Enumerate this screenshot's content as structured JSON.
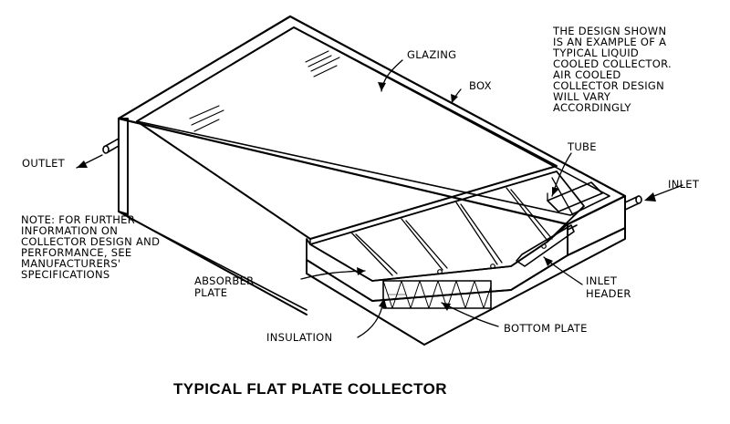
{
  "title": "TYPICAL FLAT PLATE COLLECTOR",
  "labels": {
    "glazing": "GLAZING",
    "box": "BOX",
    "tube": "TUBE",
    "inlet": "INLET",
    "outlet": "OUTLET",
    "absorber_plate": [
      "ABSORBER",
      "PLATE"
    ],
    "inlet_header": [
      "INLET",
      "HEADER"
    ],
    "insulation": "INSULATION",
    "bottom_plate": "BOTTOM PLATE"
  },
  "notes": {
    "design_note": [
      "THE DESIGN SHOWN",
      "IS AN EXAMPLE OF A",
      "TYPICAL LIQUID",
      "COOLED COLLECTOR.",
      "AIR COOLED",
      "COLLECTOR DESIGN",
      "WILL VARY",
      "ACCORDINGLY"
    ],
    "further_info": [
      "NOTE: FOR FURTHER",
      "INFORMATION ON",
      "COLLECTOR DESIGN AND",
      "PERFORMANCE, SEE",
      "MANUFACTURERS'",
      "SPECIFICATIONS"
    ]
  }
}
